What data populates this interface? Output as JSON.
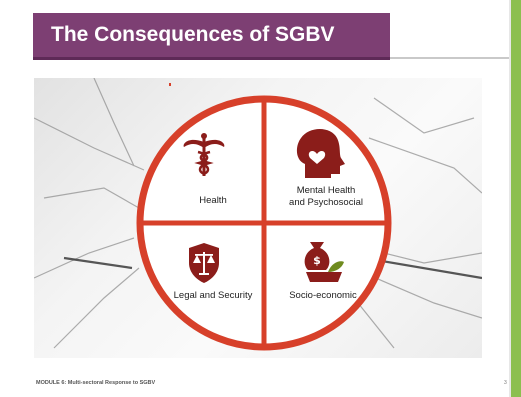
{
  "slide": {
    "title": "The Consequences of SGBV",
    "footer": "MODULE 6: Multi-sectoral Response to SGBV",
    "page_number": "3"
  },
  "diagram": {
    "quadrants": [
      {
        "label": "Health",
        "icon": "caduceus-icon"
      },
      {
        "label": "Mental Health\nand Psychosocial",
        "icon": "head-heart-icon"
      },
      {
        "label": "Legal and Security",
        "icon": "scales-shield-icon"
      },
      {
        "label": "Socio-economic",
        "icon": "money-bag-icon"
      }
    ]
  },
  "colors": {
    "title_band": "#7d3f73",
    "accent_red": "#d7402a",
    "icon_dark_red": "#8b1d1a",
    "side_bar": "#8cbf4f"
  }
}
